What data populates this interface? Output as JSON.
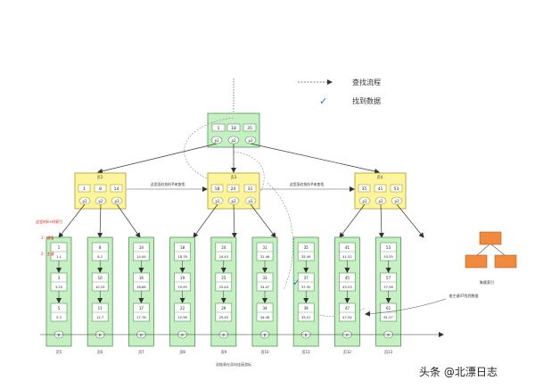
{
  "legend": {
    "search_flow": "查找流程",
    "found_data": "找到数据",
    "check_mark": "✓"
  },
  "note": {
    "title": "这里的B+树索引",
    "items": [
      "1：键值",
      "2：主键"
    ]
  },
  "captions": {
    "left_scan": "这里面在指针P来查找",
    "right_scan": "这里面在指针P来查找",
    "bottom": "双链表在双向连接游标",
    "index_tree": "聚簇索引",
    "range_note": "查主键47找到数据"
  },
  "root": {
    "keys": [
      "1",
      "18",
      "35"
    ],
    "pointers": [
      "p1",
      "p2",
      "p3"
    ]
  },
  "internal_nodes": [
    {
      "label": "页2",
      "keys": [
        "1",
        "8",
        "14"
      ],
      "pointers": [
        "p1",
        "p2",
        "p3"
      ]
    },
    {
      "label": "页3",
      "keys": [
        "18",
        "24",
        "31"
      ],
      "pointers": [
        "p1",
        "p2",
        "p3"
      ]
    },
    {
      "label": "页4",
      "keys": [
        "35",
        "41",
        "53"
      ],
      "pointers": [
        "p1",
        "p2",
        "p3"
      ]
    }
  ],
  "leaves": [
    {
      "label": "页5",
      "cells": [
        [
          "1",
          "1-1"
        ],
        [
          "3",
          "3-10"
        ],
        [
          "5",
          "5-3"
        ]
      ]
    },
    {
      "label": "页6",
      "cells": [
        [
          "8",
          "8-2"
        ],
        [
          "10",
          "10-23"
        ],
        [
          "11",
          "11-7"
        ]
      ]
    },
    {
      "label": "页7",
      "cells": [
        [
          "14",
          "14-44"
        ],
        [
          "16",
          "16-66"
        ],
        [
          "17",
          "17-76"
        ]
      ]
    },
    {
      "label": "页8",
      "cells": [
        [
          "18",
          "18-78"
        ],
        [
          "19",
          "19-99"
        ],
        [
          "22",
          "22-98"
        ]
      ]
    },
    {
      "label": "页9",
      "cells": [
        [
          "24",
          "24-43"
        ],
        [
          "25",
          "25-44"
        ],
        [
          "29",
          "29-45"
        ]
      ]
    },
    {
      "label": "页10",
      "cells": [
        [
          "31",
          "31-46"
        ],
        [
          "33",
          "33-47"
        ],
        [
          "34",
          "34-48"
        ]
      ]
    },
    {
      "label": "页11",
      "cells": [
        [
          "35",
          "35-49"
        ],
        [
          "37",
          "37-50"
        ],
        [
          "39",
          "39-51"
        ]
      ]
    },
    {
      "label": "页12",
      "cells": [
        [
          "41",
          "41-52"
        ],
        [
          "45",
          "45-53"
        ],
        [
          "47",
          "47-54"
        ]
      ]
    },
    {
      "label": "页13",
      "cells": [
        [
          "53",
          "53-55"
        ],
        [
          "57",
          "57-56"
        ],
        [
          "61",
          "61-57"
        ]
      ]
    }
  ],
  "leaf_pointer": "p",
  "watermark": "头条 @北漂日志",
  "colors": {
    "green_fill": "#c6efc4",
    "green_stroke": "#4f9a4f",
    "yellow_fill": "#fff59c",
    "yellow_stroke": "#a79a2c",
    "orange_fill": "#f08a3e",
    "accent_red": "#e02020",
    "check_blue": "#1e73d8"
  }
}
